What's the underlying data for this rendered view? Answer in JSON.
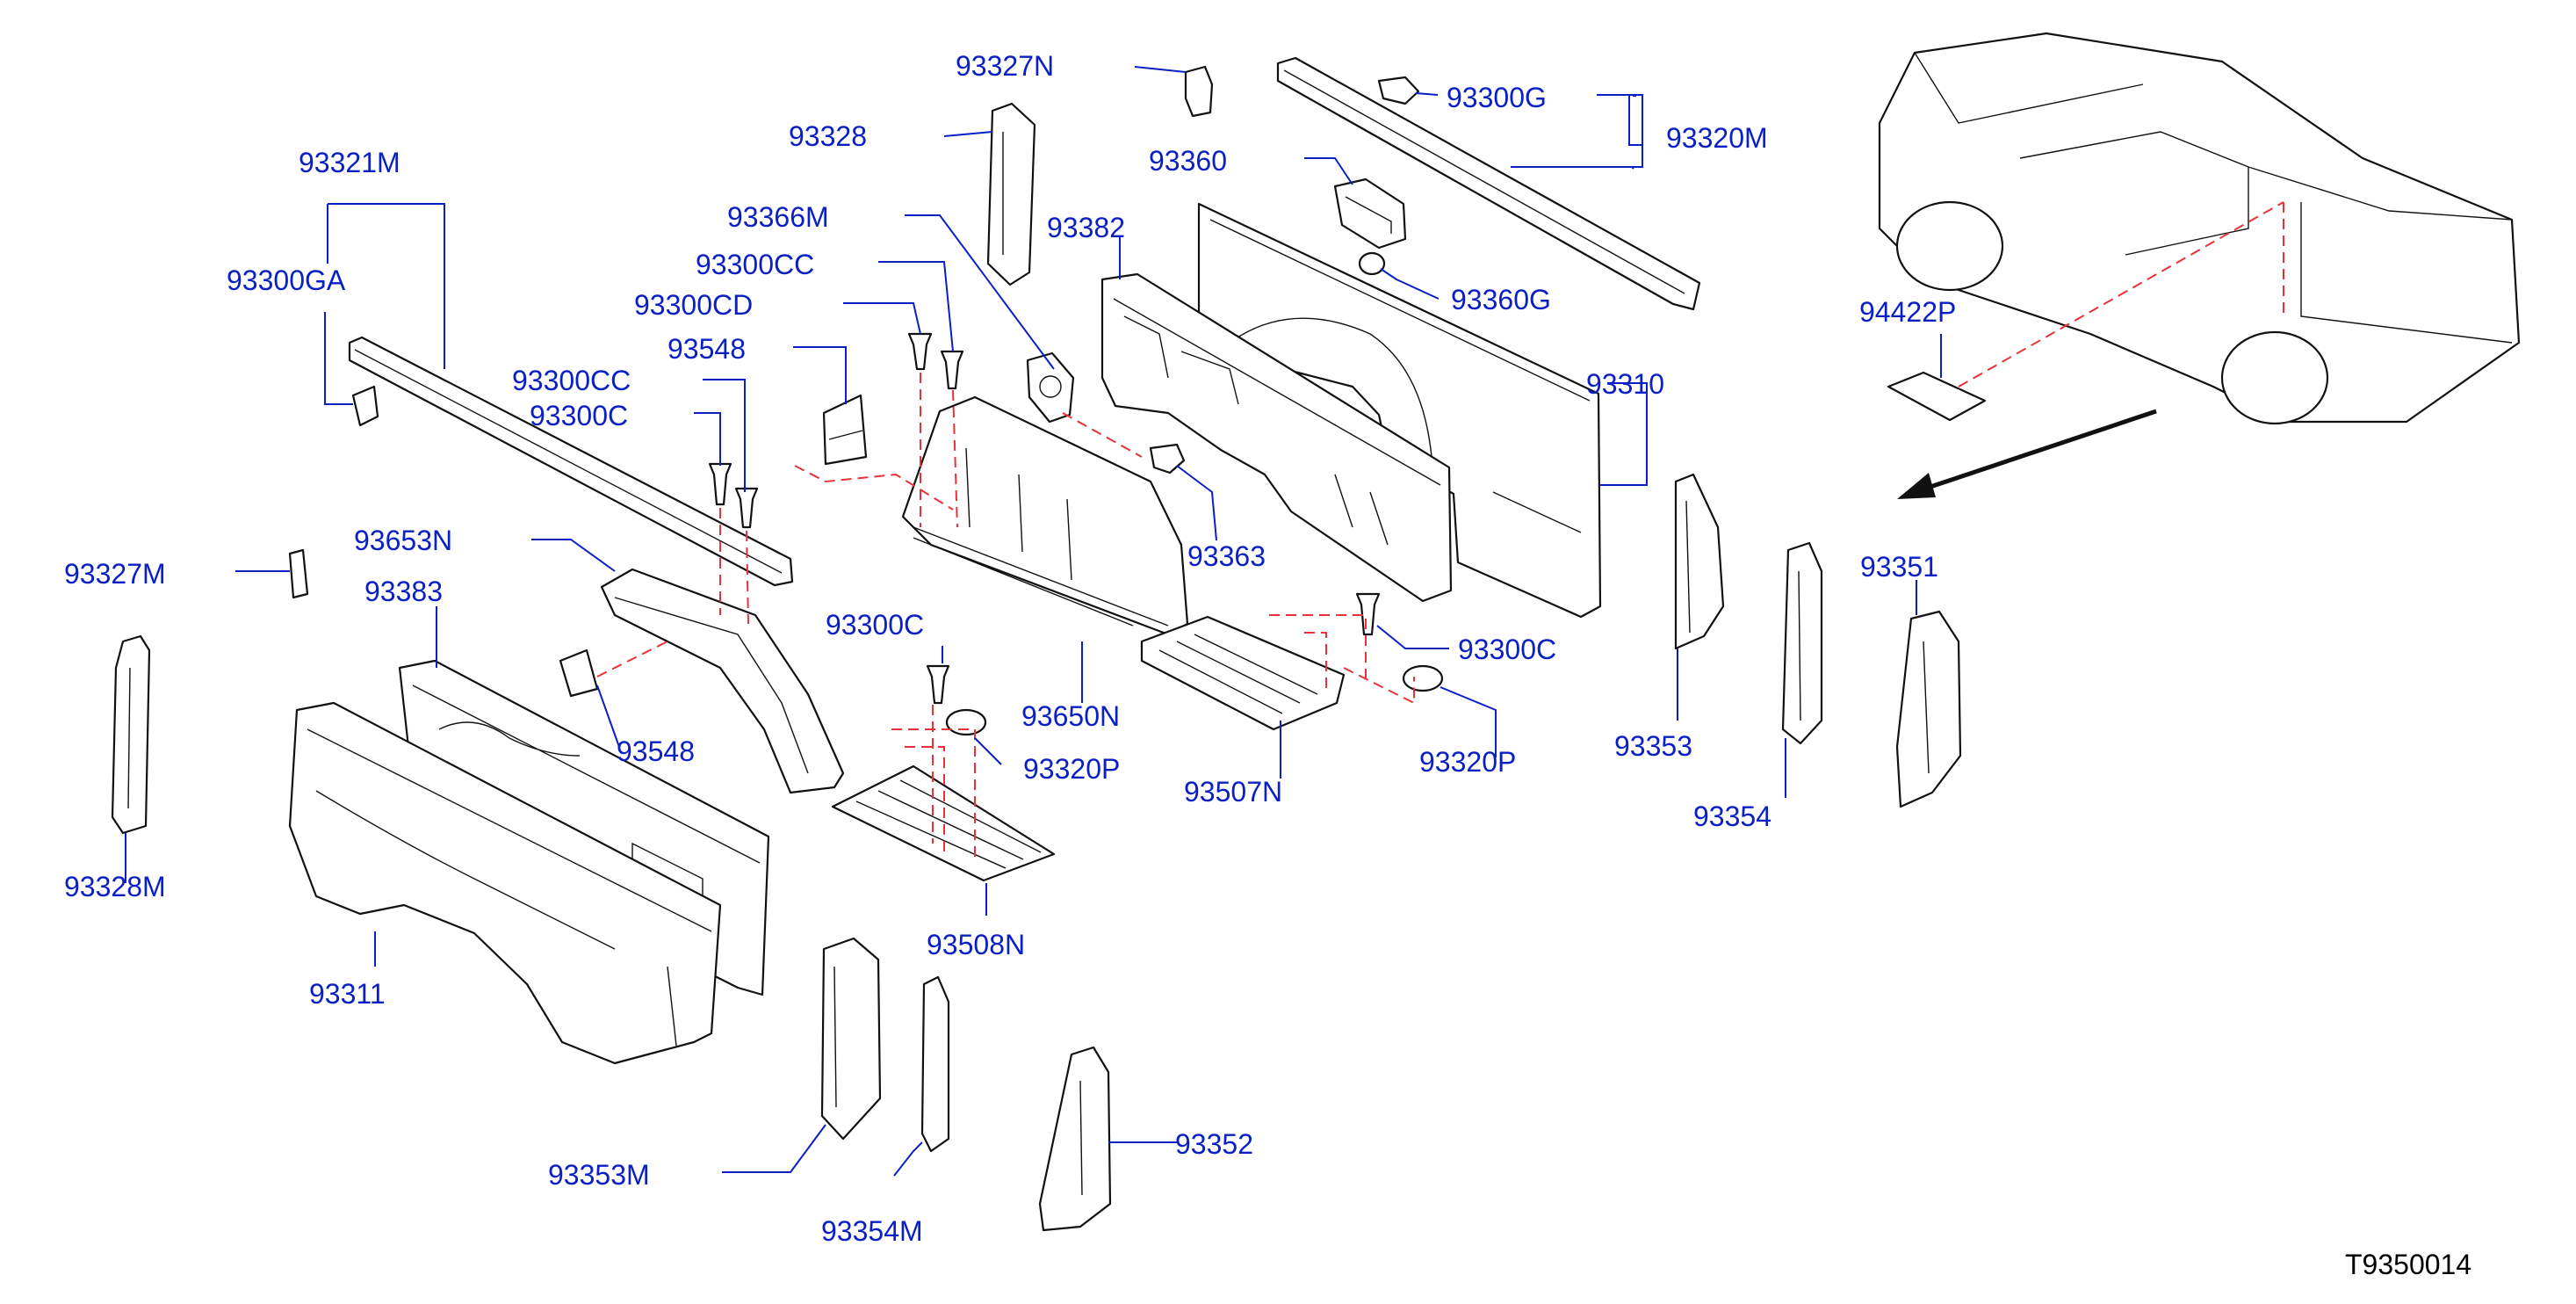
{
  "diagram_code": "T9350014",
  "labels": {
    "p93327N": "93327N",
    "p93328": "93328",
    "p93321M": "93321M",
    "p93300GA": "93300GA",
    "p93366M": "93366M",
    "p93300CC_a": "93300CC",
    "p93300CD": "93300CD",
    "p93548_a": "93548",
    "p93300CC_b": "93300CC",
    "p93300C_a": "93300C",
    "p93327M": "93327M",
    "p93653N": "93653N",
    "p93383": "93383",
    "p93548_b": "93548",
    "p93328M": "93328M",
    "p93311": "93311",
    "p93353M": "93353M",
    "p93354M": "93354M",
    "p93352": "93352",
    "p93508N": "93508N",
    "p93320P_a": "93320P",
    "p93300C_b": "93300C",
    "p93650N": "93650N",
    "p93363": "93363",
    "p93382": "93382",
    "p93360": "93360",
    "p93300G": "93300G",
    "p93320M": "93320M",
    "p93360G": "93360G",
    "p93310": "93310",
    "p93300C_c": "93300C",
    "p93507N": "93507N",
    "p93320P_b": "93320P",
    "p93353": "93353",
    "p93354": "93354",
    "p93351": "93351",
    "p94422P": "94422P"
  },
  "colors": {
    "label": "#0a1fc4",
    "leader": "#0a1fc4",
    "outline": "#111111",
    "hidden_line": "#e8323a",
    "code": "#000000"
  }
}
